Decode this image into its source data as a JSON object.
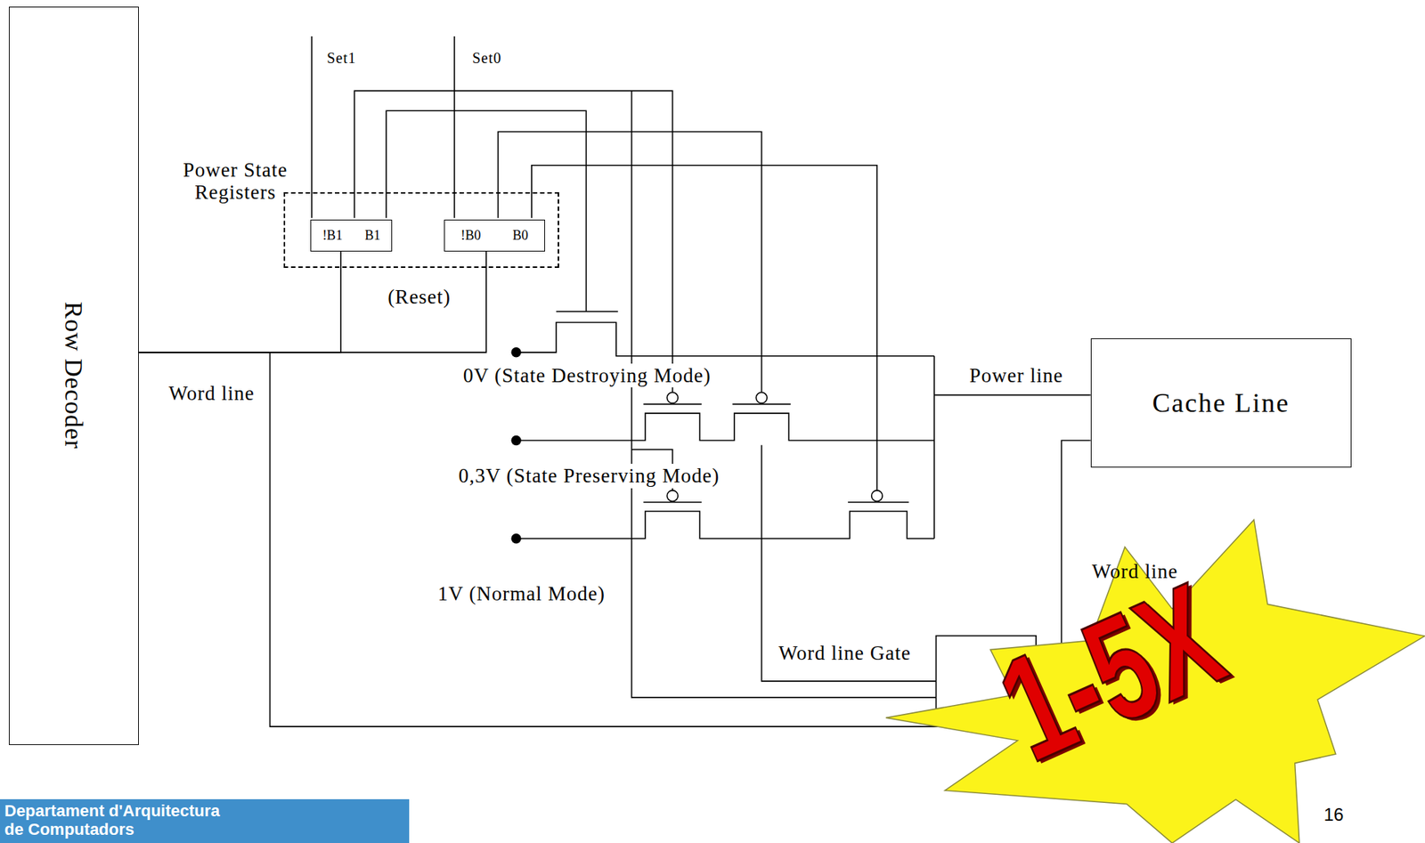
{
  "diagram": {
    "nodes": [
      {
        "text": [
          "Row Decoder"
        ]
      },
      {
        "text": [
          "Power State Registers"
        ]
      },
      {
        "text": [
          "!B1",
          "B1"
        ],
        "in": 1
      },
      {
        "text": [
          "!B0",
          "B0"
        ],
        "in": 1
      },
      {
        "text": [
          "Cache Line"
        ]
      },
      {
        "text": [
          "1-5X"
        ]
      },
      {
        "text": [
          "Departament d'Arquitectura de Computadors"
        ]
      }
    ],
    "edges": [
      {
        "from": 0,
        "to": 2,
        "arrow": "none"
      },
      {
        "from": 0,
        "to": 3,
        "arrow": "none"
      },
      {
        "from": 0,
        "to": 4,
        "arrow": "none"
      }
    ],
    "labels": [
      "Set1",
      "Set0",
      "(Reset)",
      "Word line",
      "0V (State Destroying Mode)",
      "0,3V (State Preserving Mode)",
      "1V (Normal Mode)",
      "Power line",
      "Word line",
      "Word line Gate",
      "16"
    ]
  }
}
